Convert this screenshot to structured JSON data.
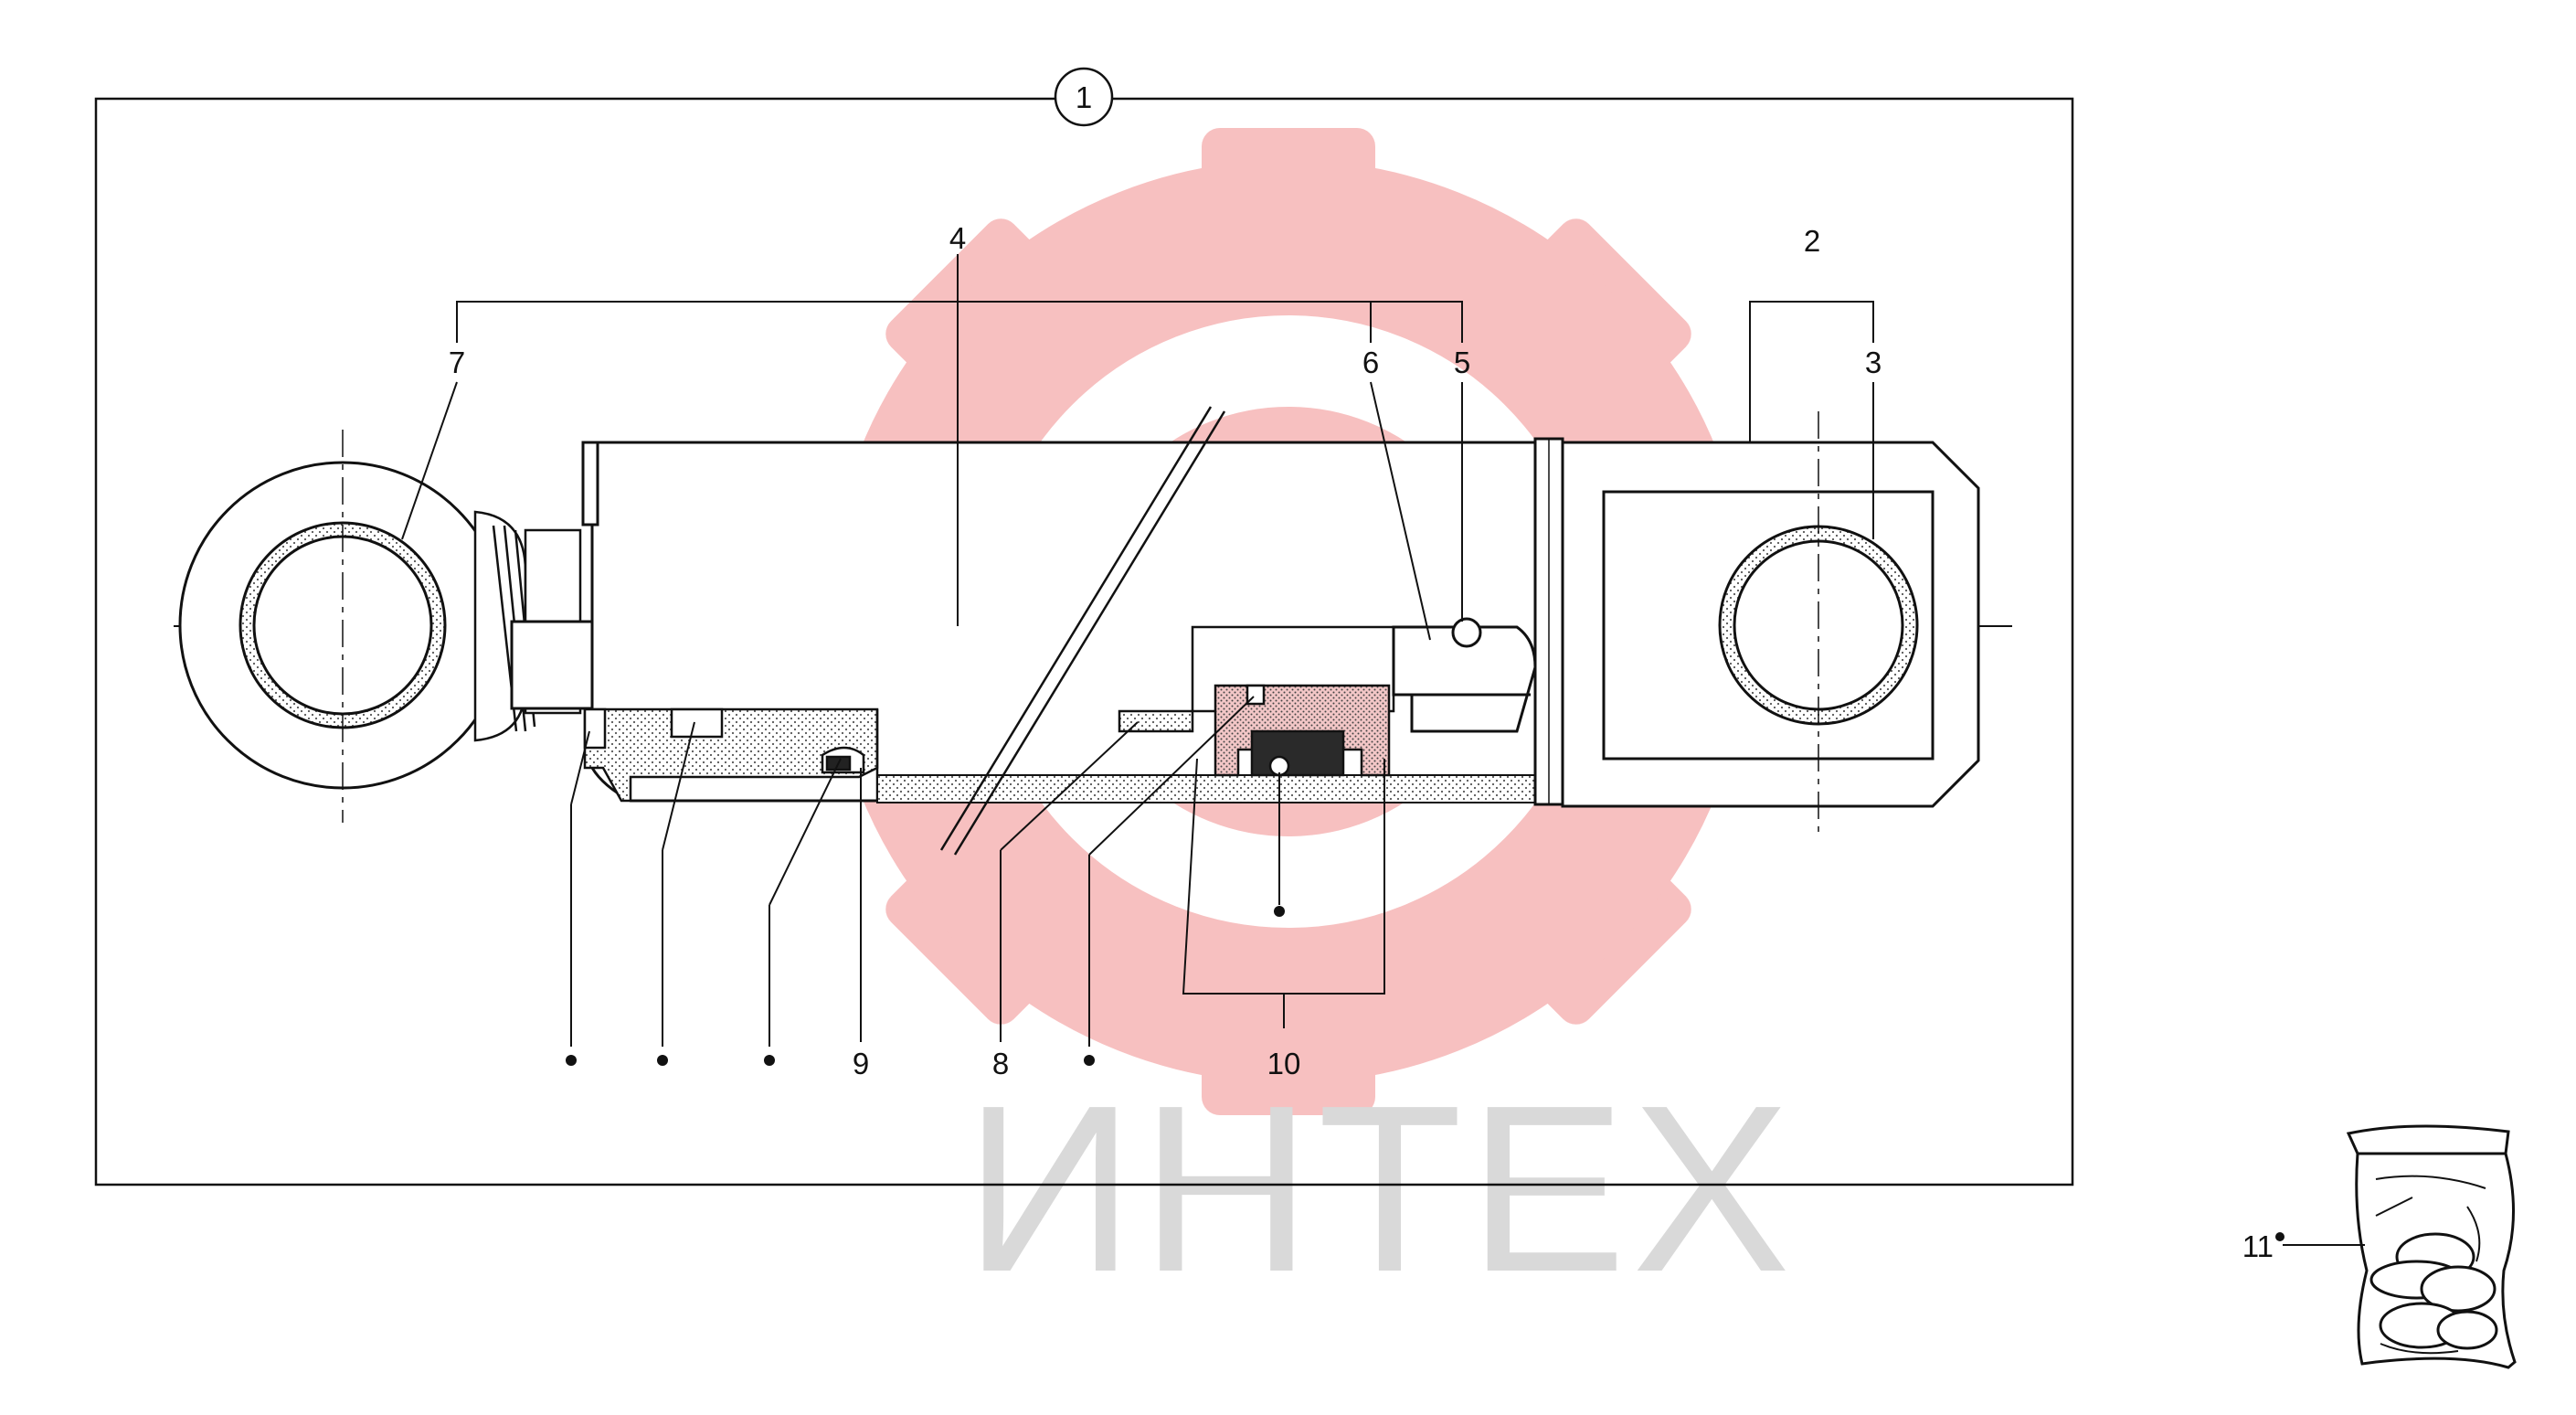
{
  "diagram": {
    "assembly_callout": "1",
    "callouts": [
      {
        "id": "c2",
        "label": "2"
      },
      {
        "id": "c3",
        "label": "3"
      },
      {
        "id": "c4",
        "label": "4"
      },
      {
        "id": "c5",
        "label": "5"
      },
      {
        "id": "c6",
        "label": "6"
      },
      {
        "id": "c7",
        "label": "7"
      },
      {
        "id": "c8",
        "label": "8"
      },
      {
        "id": "c9",
        "label": "9"
      },
      {
        "id": "c10",
        "label": "10"
      },
      {
        "id": "c11",
        "label": "11"
      }
    ],
    "watermark": {
      "text": "ИНТЕХ",
      "gear_color": "#f08c8c",
      "text_color": "#d9d9d9"
    },
    "line_color": "#111111",
    "seal_fill_color": "#bdbdbd",
    "dark_seal_color": "#2a2a2a"
  }
}
